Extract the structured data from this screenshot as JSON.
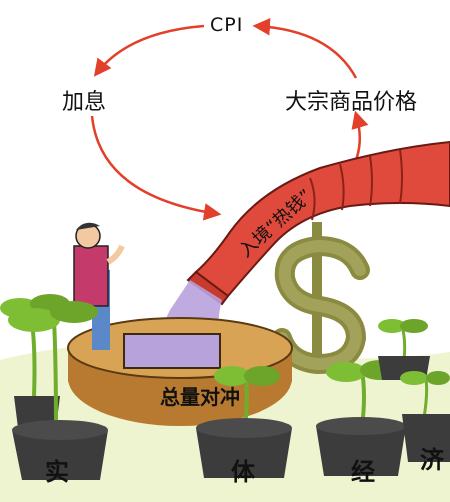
{
  "labels": {
    "cpi": "CPI",
    "raise_rate": "加息",
    "commodity_prices": "大宗商品价格",
    "hot_money": "入境“热钱”",
    "sterilization": "总量对冲"
  },
  "pot_characters": [
    "实",
    "体",
    "经",
    "济"
  ],
  "colors": {
    "arrow": "#e2402a",
    "hose": "#e04a3c",
    "tank": "#c98a3a",
    "money": "#9a7fc8",
    "dollar_sign": "#8a8a40",
    "plant": "#6fae2c",
    "pot": "#3c3c3c",
    "ground": "#e9f0c8"
  }
}
